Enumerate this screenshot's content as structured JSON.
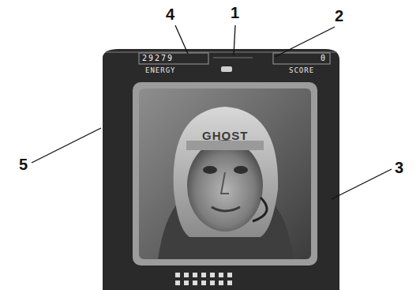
{
  "diagram": {
    "labels": [
      "4",
      "1",
      "2",
      "29279",
      "ENERGY",
      "0",
      "SCORE",
      "GHOST",
      "5",
      "3"
    ]
  }
}
